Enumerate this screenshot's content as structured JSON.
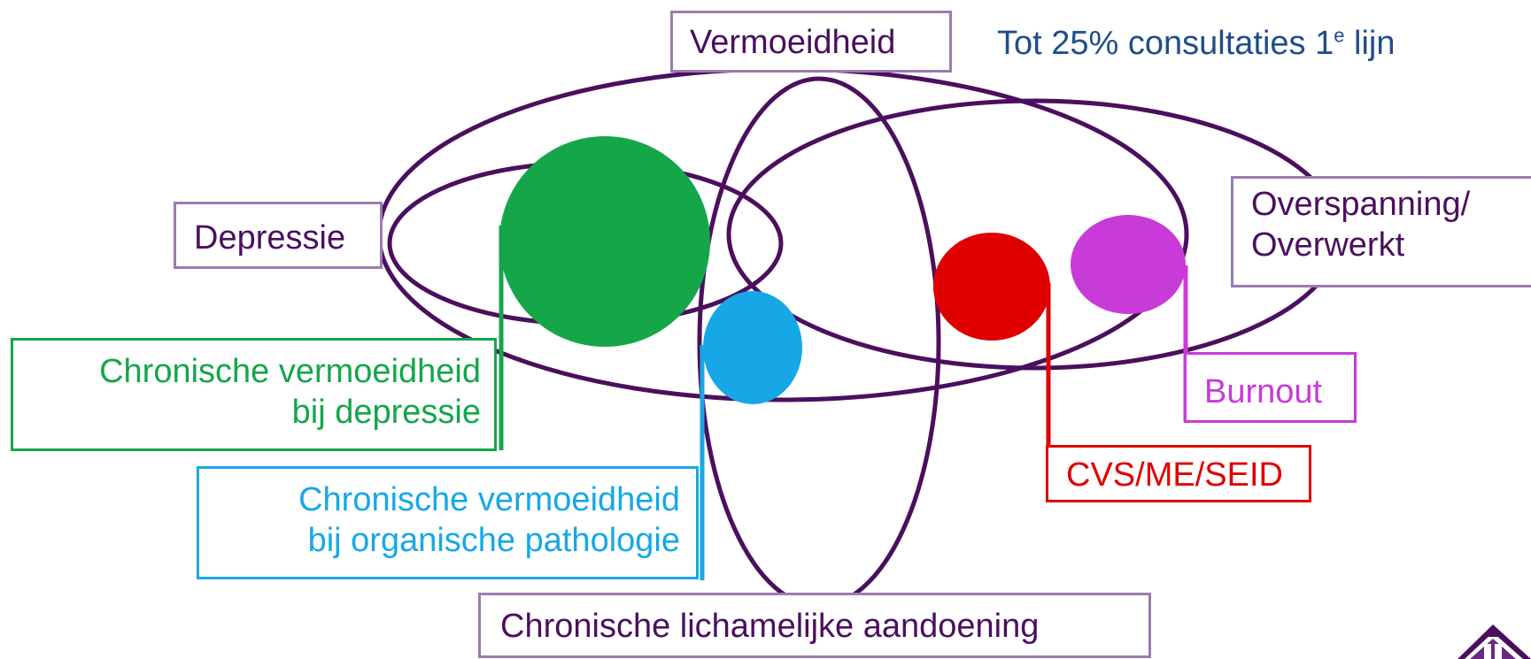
{
  "labels": {
    "vermoeidheid": "Vermoeidheid",
    "depressie": "Depressie",
    "overspanning_line1": "Overspanning/",
    "overspanning_line2": "Overwerkt",
    "chronische_lichamelijke": "Chronische lichamelijke aandoening",
    "cv_depressie_line1": "Chronische vermoeidheid",
    "cv_depressie_line2": "bij depressie",
    "cv_organisch_line1": "Chronische vermoeidheid",
    "cv_organisch_line2": "bij organische pathologie",
    "cvs": "CVS/ME/SEID",
    "burnout": "Burnout"
  },
  "note": {
    "prefix": "Tot 25% consultaties 1",
    "superscript": "e",
    "suffix": " lijn"
  },
  "colors": {
    "outline": "#4b0f5e",
    "box_border": "#9b7bb0",
    "note": "#1f4e8a",
    "green": "#15a64a",
    "blue": "#16a8e6",
    "red": "#e00000",
    "magenta": "#c83bd8"
  },
  "icons": {
    "logo": "building-logo-icon"
  }
}
